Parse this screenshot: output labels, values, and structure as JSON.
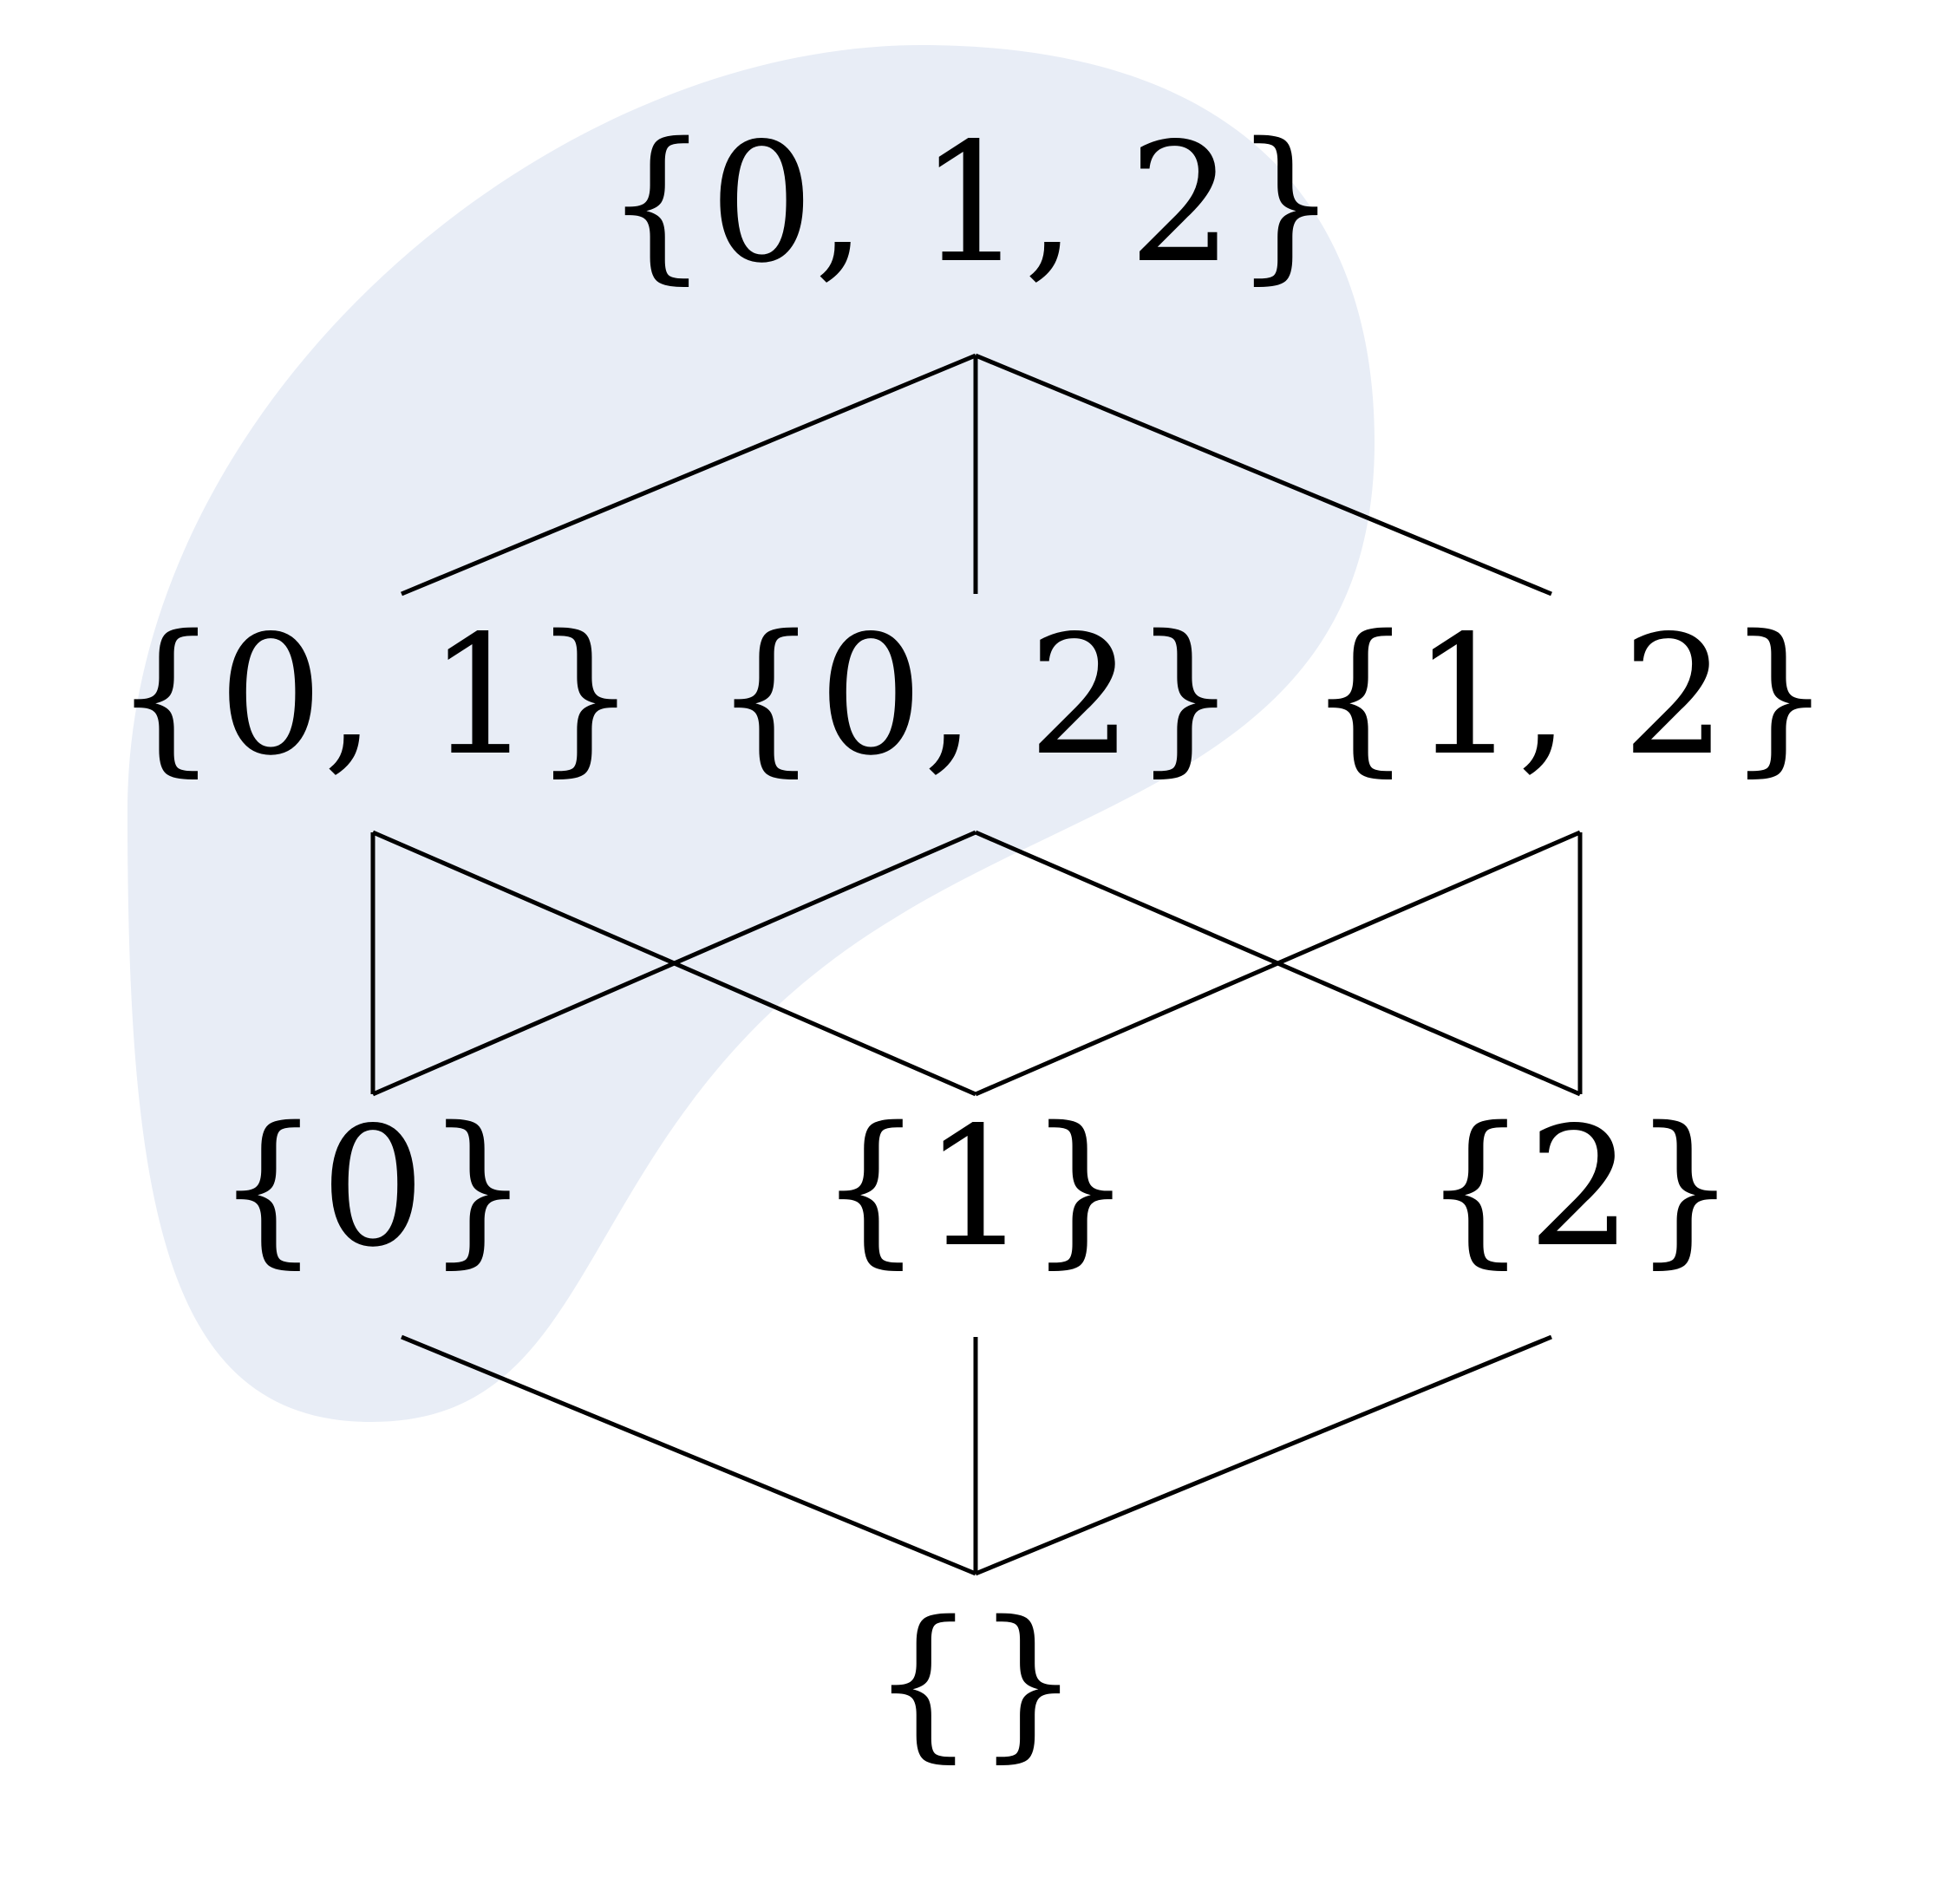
{
  "colors": {
    "background": "#ffffff",
    "highlight_region": "#e8edf6",
    "line": "#000000",
    "text": "#000000"
  },
  "nodes": {
    "top": "{0, 1, 2}",
    "pair_01": "{0, 1}",
    "pair_02": "{0, 2}",
    "pair_12": "{1, 2}",
    "single_0": "{0}",
    "single_1": "{1}",
    "single_2": "{2}",
    "empty": "{}"
  }
}
